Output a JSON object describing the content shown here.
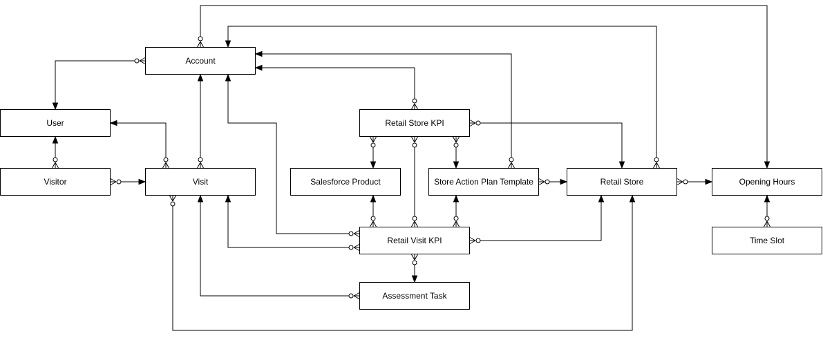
{
  "diagram": {
    "type": "entity-relationship",
    "entities": {
      "account": "Account",
      "user": "User",
      "visitor": "Visitor",
      "visit": "Visit",
      "retail_store_kpi": "Retail Store KPI",
      "salesforce_product": "Salesforce Product",
      "store_action_plan_template": "Store Action Plan Template",
      "retail_store": "Retail Store",
      "opening_hours": "Opening Hours",
      "time_slot": "Time Slot",
      "retail_visit_kpi": "Retail Visit KPI",
      "assessment_task": "Assessment Task"
    },
    "relationships": [
      {
        "from": "Account",
        "to": "Opening Hours",
        "from_end": "zero-or-many",
        "to_end": "arrow"
      },
      {
        "from": "Retail Store",
        "to": "Account",
        "from_end": "zero-or-many",
        "to_end": "arrow"
      },
      {
        "from": "Account",
        "to": "User",
        "from_end": "zero-or-many",
        "to_end": "arrow"
      },
      {
        "from": "Store Action Plan Template",
        "to": "Account",
        "from_end": "zero-or-many",
        "to_end": "arrow"
      },
      {
        "from": "Retail Store KPI",
        "to": "Account",
        "from_end": "zero-or-many",
        "to_end": "arrow"
      },
      {
        "from": "Visit",
        "to": "Account",
        "from_end": "zero-or-many",
        "to_end": "arrow"
      },
      {
        "from": "Retail Visit KPI",
        "to": "Account",
        "from_end": "zero-or-many",
        "to_end": "arrow"
      },
      {
        "from": "Visit",
        "to": "User",
        "from_end": "zero-or-many",
        "to_end": "arrow"
      },
      {
        "from": "Visitor",
        "to": "User",
        "from_end": "zero-or-many",
        "to_end": "arrow"
      },
      {
        "from": "Visitor",
        "to": "Visit",
        "from_end": "zero-or-many",
        "to_end": "arrow"
      },
      {
        "from": "Retail Store KPI",
        "to": "Salesforce Product",
        "from_end": "zero-or-many",
        "to_end": "arrow"
      },
      {
        "from": "Retail Store KPI",
        "to": "Store Action Plan Template",
        "from_end": "zero-or-many",
        "to_end": "arrow"
      },
      {
        "from": "Retail Store KPI",
        "to": "Retail Store",
        "from_end": "zero-or-many",
        "to_end": "arrow"
      },
      {
        "from": "Retail Visit KPI",
        "to": "Retail Store KPI",
        "from_end": "zero-or-many",
        "to_end": "zero-or-many"
      },
      {
        "from": "Store Action Plan Template",
        "to": "Retail Store",
        "from_end": "zero-or-many",
        "to_end": "arrow"
      },
      {
        "from": "Retail Store",
        "to": "Opening Hours",
        "from_end": "zero-or-many",
        "to_end": "arrow"
      },
      {
        "from": "Time Slot",
        "to": "Opening Hours",
        "from_end": "zero-or-many",
        "to_end": "arrow"
      },
      {
        "from": "Retail Visit KPI",
        "to": "Salesforce Product",
        "from_end": "zero-or-many",
        "to_end": "arrow"
      },
      {
        "from": "Retail Visit KPI",
        "to": "Store Action Plan Template",
        "from_end": "zero-or-many",
        "to_end": "arrow"
      },
      {
        "from": "Retail Visit KPI",
        "to": "Visit",
        "from_end": "zero-or-many",
        "to_end": "arrow"
      },
      {
        "from": "Retail Visit KPI",
        "to": "Retail Store",
        "from_end": "zero-or-many",
        "to_end": "arrow"
      },
      {
        "from": "Retail Visit KPI",
        "to": "Assessment Task",
        "from_end": "zero-or-many",
        "to_end": "arrow"
      },
      {
        "from": "Assessment Task",
        "to": "Visit",
        "from_end": "zero-or-many",
        "to_end": "arrow"
      },
      {
        "from": "Visit",
        "to": "Retail Store",
        "from_end": "zero-or-many",
        "to_end": "arrow"
      }
    ]
  },
  "colors": {
    "stroke": "#000000",
    "node_fill": "#ffffff",
    "background": "#ffffff"
  }
}
